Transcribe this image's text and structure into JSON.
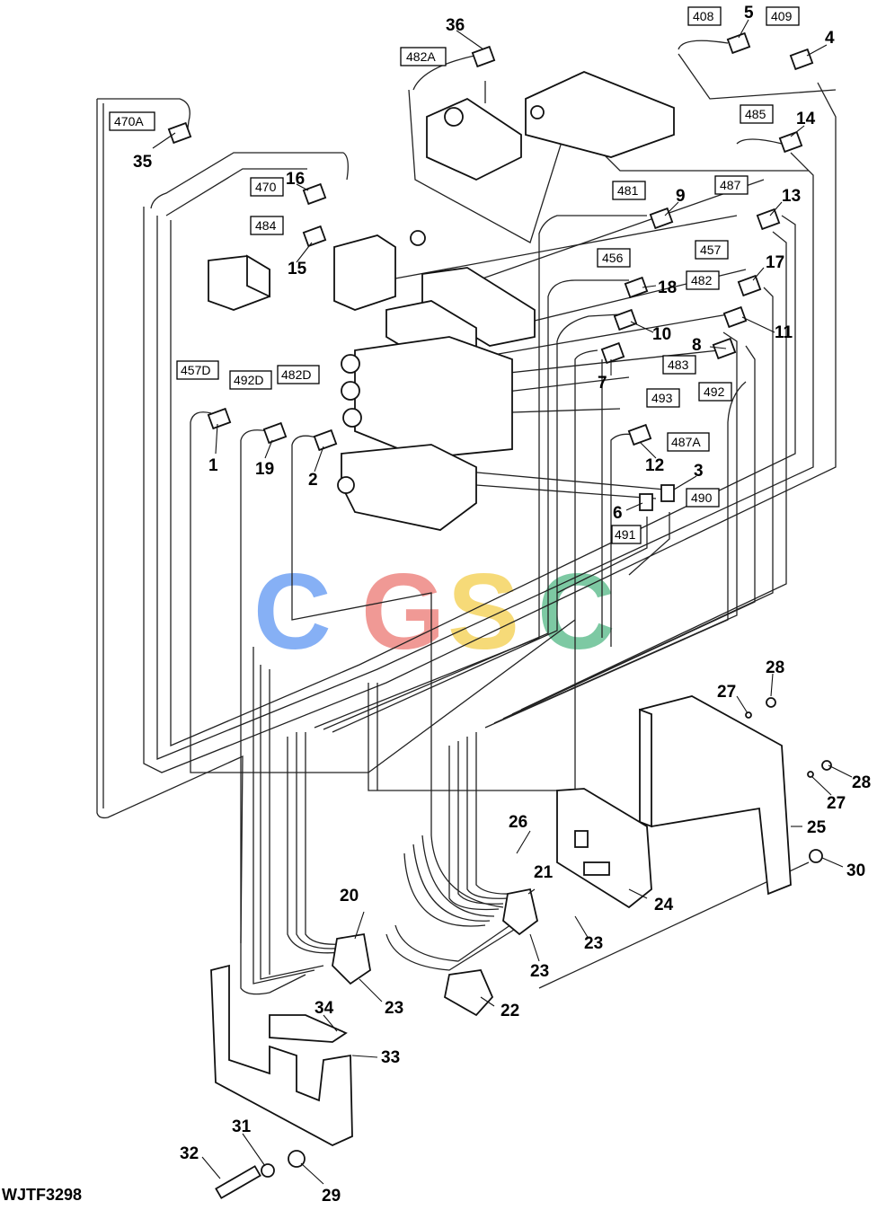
{
  "figure_id": "WJTF3298",
  "watermark": [
    "C",
    "G",
    "S",
    "C"
  ],
  "watermark_colors": [
    "#7aa8f5",
    "#ef8f8a",
    "#f6d66a",
    "#6fc49a"
  ],
  "callouts": [
    {
      "id": "c36",
      "text": "36"
    },
    {
      "id": "c5",
      "text": "5"
    },
    {
      "id": "c4",
      "text": "4"
    },
    {
      "id": "c14",
      "text": "14"
    },
    {
      "id": "c35",
      "text": "35"
    },
    {
      "id": "c16",
      "text": "16"
    },
    {
      "id": "c15",
      "text": "15"
    },
    {
      "id": "c9",
      "text": "9"
    },
    {
      "id": "c13",
      "text": "13"
    },
    {
      "id": "c18",
      "text": "18"
    },
    {
      "id": "c17",
      "text": "17"
    },
    {
      "id": "c10",
      "text": "10"
    },
    {
      "id": "c11",
      "text": "11"
    },
    {
      "id": "c8",
      "text": "8"
    },
    {
      "id": "c7",
      "text": "7"
    },
    {
      "id": "c1",
      "text": "1"
    },
    {
      "id": "c19",
      "text": "19"
    },
    {
      "id": "c2",
      "text": "2"
    },
    {
      "id": "c12",
      "text": "12"
    },
    {
      "id": "c3",
      "text": "3"
    },
    {
      "id": "c6",
      "text": "6"
    },
    {
      "id": "c28a",
      "text": "28"
    },
    {
      "id": "c27a",
      "text": "27"
    },
    {
      "id": "c28b",
      "text": "28"
    },
    {
      "id": "c27b",
      "text": "27"
    },
    {
      "id": "c25",
      "text": "25"
    },
    {
      "id": "c26",
      "text": "26"
    },
    {
      "id": "c30",
      "text": "30"
    },
    {
      "id": "c21",
      "text": "21"
    },
    {
      "id": "c24",
      "text": "24"
    },
    {
      "id": "c20",
      "text": "20"
    },
    {
      "id": "c23a",
      "text": "23"
    },
    {
      "id": "c23b",
      "text": "23"
    },
    {
      "id": "c23c",
      "text": "23"
    },
    {
      "id": "c22",
      "text": "22"
    },
    {
      "id": "c34",
      "text": "34"
    },
    {
      "id": "c33",
      "text": "33"
    },
    {
      "id": "c31",
      "text": "31"
    },
    {
      "id": "c32",
      "text": "32"
    },
    {
      "id": "c29",
      "text": "29"
    }
  ],
  "wire_labels": [
    {
      "id": "w482A",
      "text": "482A"
    },
    {
      "id": "w408",
      "text": "408"
    },
    {
      "id": "w409",
      "text": "409"
    },
    {
      "id": "w470A",
      "text": "470A"
    },
    {
      "id": "w485",
      "text": "485"
    },
    {
      "id": "w470",
      "text": "470"
    },
    {
      "id": "w484",
      "text": "484"
    },
    {
      "id": "w481",
      "text": "481"
    },
    {
      "id": "w487",
      "text": "487"
    },
    {
      "id": "w456",
      "text": "456"
    },
    {
      "id": "w457",
      "text": "457"
    },
    {
      "id": "w482",
      "text": "482"
    },
    {
      "id": "w483",
      "text": "483"
    },
    {
      "id": "w493",
      "text": "493"
    },
    {
      "id": "w492",
      "text": "492"
    },
    {
      "id": "w457D",
      "text": "457D"
    },
    {
      "id": "w492D",
      "text": "492D"
    },
    {
      "id": "w482D",
      "text": "482D"
    },
    {
      "id": "w487A",
      "text": "487A"
    },
    {
      "id": "w490",
      "text": "490"
    },
    {
      "id": "w491",
      "text": "491"
    }
  ]
}
